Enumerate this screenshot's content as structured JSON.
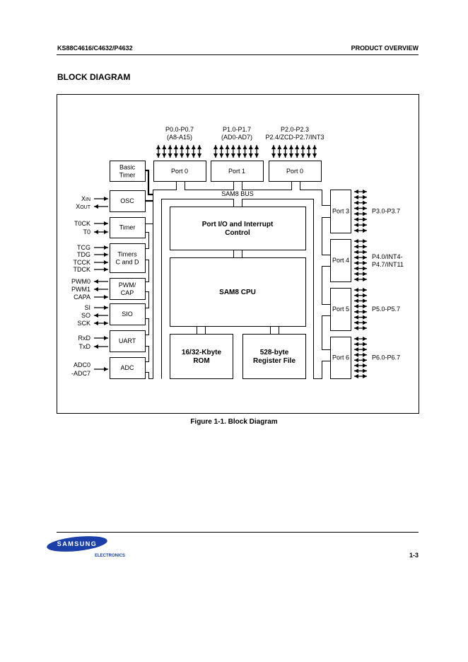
{
  "header": {
    "part_number": "KS88C4616/C4632/P4632",
    "section": "PRODUCT OVERVIEW"
  },
  "section_title": "BLOCK DIAGRAM",
  "diagram": {
    "bus_label": "SAM8 BUS",
    "top_ports": [
      {
        "label": "Port 0",
        "pins_line1": "P0.0-P0.7",
        "pins_line2": "(A8-A15)"
      },
      {
        "label": "Port 1",
        "pins_line1": "P1.0-P1.7",
        "pins_line2": "(AD0-AD7)"
      },
      {
        "label": "Port 0",
        "pins_line1": "P2.0-P2.3",
        "pins_line2": "P2.4/ZCD-P2.7/INT3"
      }
    ],
    "right_ports": [
      {
        "label": "Port 3",
        "pins_line1": "P3.0-P3.7",
        "pins_line2": ""
      },
      {
        "label": "Port 4",
        "pins_line1": "P4.0/INT4-",
        "pins_line2": "P4.7/INT11"
      },
      {
        "label": "Port 5",
        "pins_line1": "P5.0-P5.7",
        "pins_line2": ""
      },
      {
        "label": "Port 6",
        "pins_line1": "P6.0-P6.7",
        "pins_line2": ""
      }
    ],
    "left_modules": [
      {
        "name": "basic-timer",
        "label_lines": [
          "Basic",
          "Timer"
        ],
        "signals": []
      },
      {
        "name": "osc",
        "label_lines": [
          "OSC"
        ],
        "signals": [
          {
            "label": "XIN",
            "label_main": "X",
            "label_sub": "IN",
            "direction": "in"
          },
          {
            "label": "XOUT",
            "label_main": "X",
            "label_sub": "OUT",
            "direction": "out"
          }
        ]
      },
      {
        "name": "timer",
        "label_lines": [
          "Timer"
        ],
        "signals": [
          {
            "label": "T0CK",
            "direction": "in"
          },
          {
            "label": "T0",
            "direction": "bi"
          }
        ]
      },
      {
        "name": "timers-c-and-d",
        "label_lines": [
          "Timers",
          "C and D"
        ],
        "signals": [
          {
            "label": "TCG",
            "direction": "in"
          },
          {
            "label": "TDG",
            "direction": "in"
          },
          {
            "label": "TCCK",
            "direction": "in"
          },
          {
            "label": "TDCK",
            "direction": "in"
          }
        ]
      },
      {
        "name": "pwm-cap",
        "label_lines": [
          "PWM/",
          "CAP"
        ],
        "signals": [
          {
            "label": "PWM0",
            "direction": "out"
          },
          {
            "label": "PWM1",
            "direction": "out"
          },
          {
            "label": "CAPA",
            "direction": "in"
          }
        ]
      },
      {
        "name": "sio",
        "label_lines": [
          "SIO"
        ],
        "signals": [
          {
            "label": "SI",
            "direction": "in"
          },
          {
            "label": "SO",
            "direction": "out"
          },
          {
            "label": "SCK",
            "direction": "bi"
          }
        ]
      },
      {
        "name": "uart",
        "label_lines": [
          "UART"
        ],
        "signals": [
          {
            "label": "RxD",
            "direction": "in"
          },
          {
            "label": "TxD",
            "direction": "out"
          }
        ]
      },
      {
        "name": "adc",
        "label_lines": [
          "ADC"
        ],
        "signals": [
          {
            "label": "ADC0",
            "direction": "in"
          },
          {
            "label": "-ADC7",
            "direction": "none"
          }
        ]
      }
    ],
    "core": {
      "port_io_lines": [
        "Port I/O and Interrupt",
        "Control"
      ],
      "cpu": "SAM8 CPU",
      "rom_lines": [
        "16/32-Kbyte",
        "ROM"
      ],
      "regfile_lines": [
        "528-byte",
        "Register File"
      ]
    }
  },
  "caption": "Figure 1-1. Block Diagram",
  "footer": {
    "logo_brand": "SAMSUNG",
    "logo_sub": "ELECTRONICS",
    "page_number": "1-3",
    "brand_color": "#1a3fa8"
  }
}
